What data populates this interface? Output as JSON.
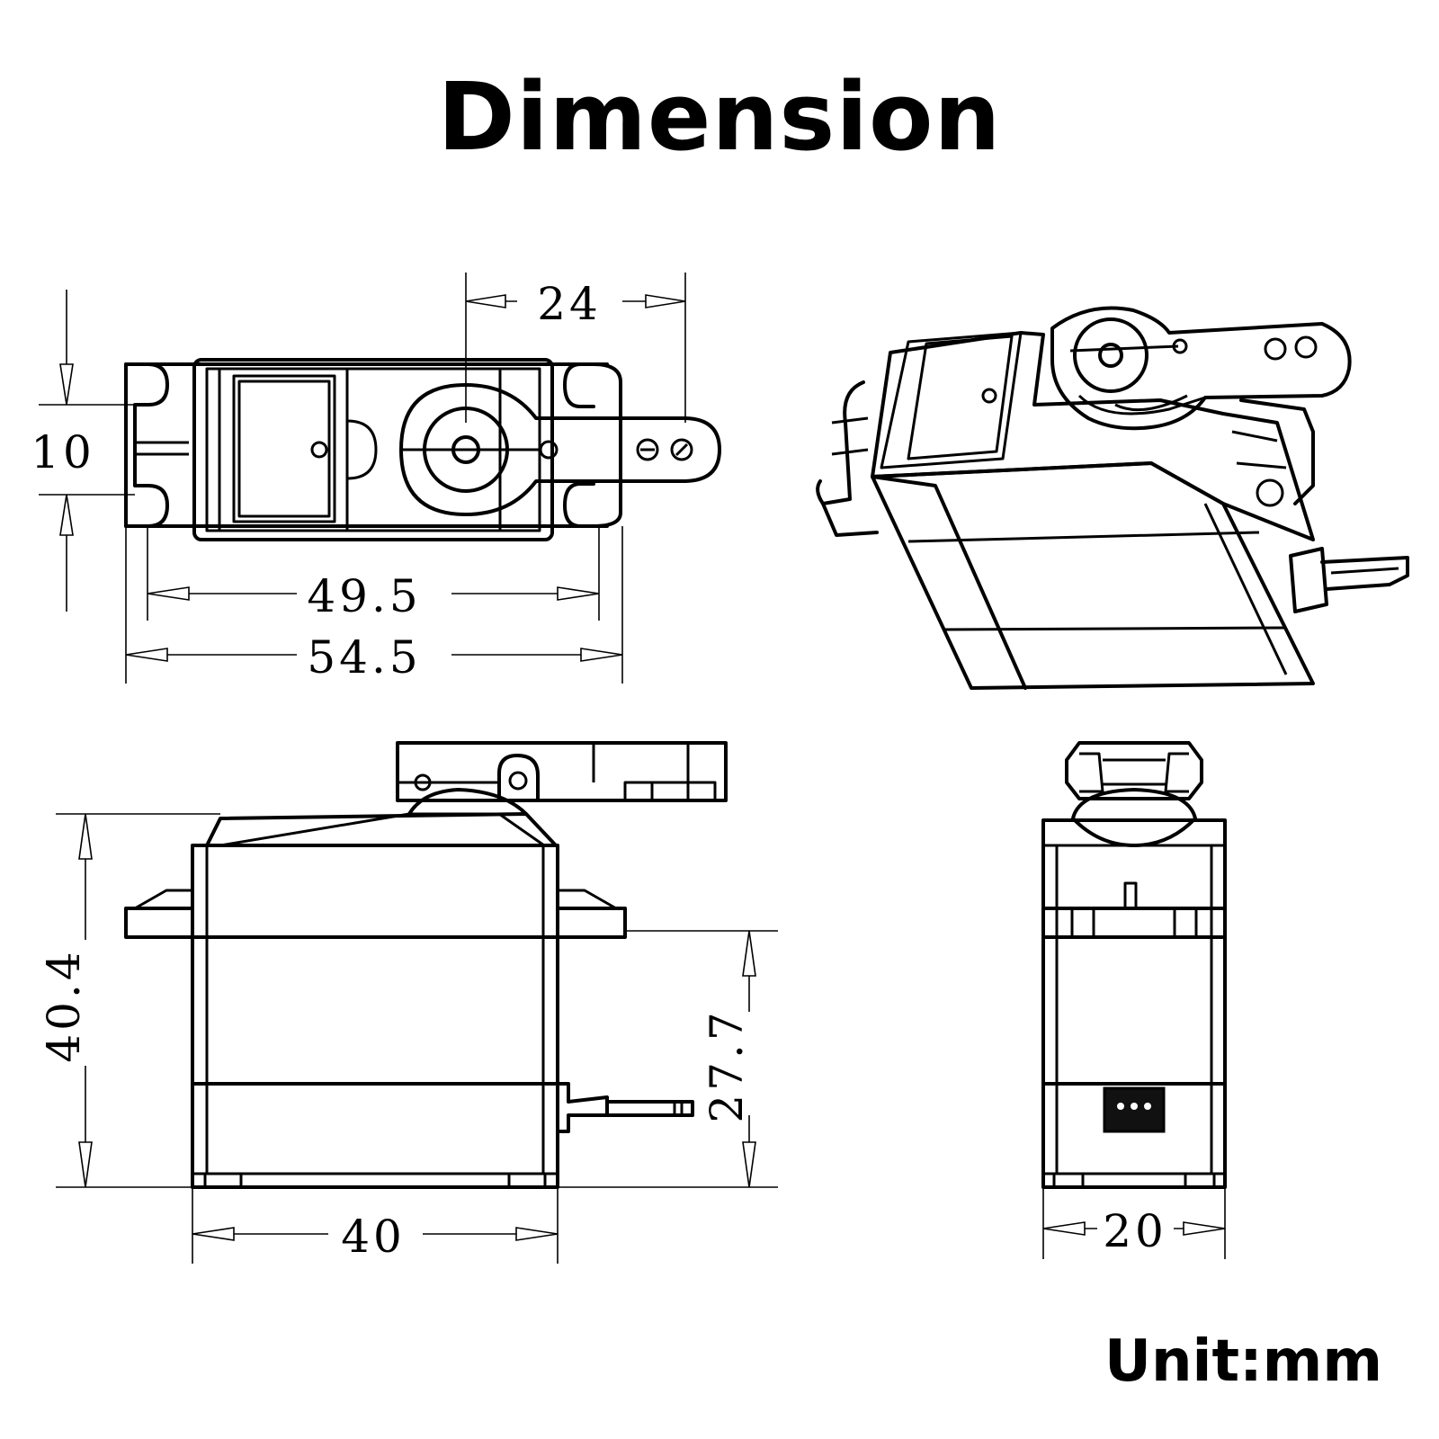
{
  "title": "Dimension",
  "unit_label": "Unit:mm",
  "views": {
    "top": {
      "dimensions": {
        "horn_span": "24",
        "ear_spacing": "10",
        "mount_hole_span": "49.5",
        "overall_length": "54.5"
      }
    },
    "side": {
      "dimensions": {
        "height": "40.4",
        "flange_height": "27.7",
        "body_length": "40"
      }
    },
    "end": {
      "dimensions": {
        "width": "20"
      }
    }
  }
}
